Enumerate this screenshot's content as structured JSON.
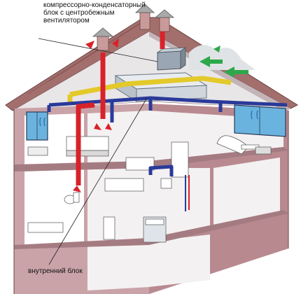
{
  "labels": {
    "outdoor_unit": [
      "компрессорно-конденсаторный",
      "блок  с  центробежным",
      "вентилятором"
    ],
    "indoor_unit": "внутренний блок"
  },
  "colors": {
    "roof": "#b07a78",
    "wall_outer": "#c9a3a8",
    "wall_floor": "#b98990",
    "room_bg": "#ffffff",
    "duct_supply_cold": "#2a3a9a",
    "duct_hot": "#d8222a",
    "duct_fresh": "#e3c92a",
    "air_green": "#2ea84a",
    "ac_unit": "#9aa6b3",
    "window": "#6ab3de"
  }
}
